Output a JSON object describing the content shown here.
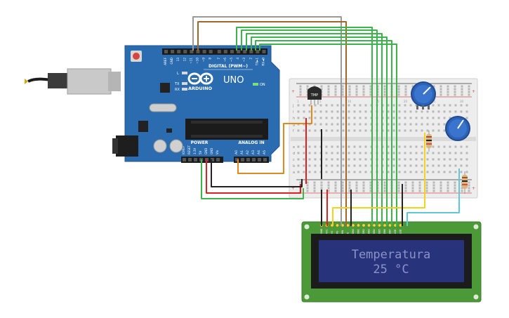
{
  "arduino": {
    "brand": "ARDUINO",
    "model": "UNO",
    "digital_label": "DIGITAL (PWM~)",
    "power_label": "POWER",
    "analog_label": "ANALOG IN",
    "led_labels": [
      "L",
      "TX",
      "RX"
    ],
    "on_label": "ON",
    "digital_pins": [
      "AREF",
      "GND",
      "13",
      "12",
      "~11",
      "~10",
      "~9",
      "8",
      "7",
      "~6",
      "~5",
      "4",
      "~3",
      "2",
      "TX►1",
      "RX◄0"
    ],
    "power_pins": [
      "IOREF",
      "RESET",
      "3.3V",
      "5V",
      "GND",
      "GND",
      "Vin"
    ],
    "analog_pins": [
      "A0",
      "A1",
      "A2",
      "A3",
      "A4",
      "A5"
    ]
  },
  "sensor": {
    "label": "TMP"
  },
  "lcd": {
    "line1": "Temperatura",
    "line2": "25 °C",
    "pin_labels": [
      "GND",
      "VCC",
      "V0",
      "RS",
      "RW",
      "E",
      "DB0",
      "DB1",
      "DB2",
      "DB3",
      "DB4",
      "DB5",
      "DB6",
      "DB7",
      "LED",
      "LED"
    ]
  },
  "breadboard": {
    "row_letters_top": [
      "j",
      "i",
      "h",
      "g",
      "f"
    ],
    "row_letters_bottom": [
      "e",
      "d",
      "c",
      "b",
      "a"
    ],
    "column_numbers": [
      "1",
      "5",
      "10",
      "15",
      "20",
      "25",
      "30"
    ],
    "rail_sign": "+"
  },
  "colors": {
    "board": "#2b6cb0",
    "wire_green": "#3cb44b",
    "wire_red": "#e02020",
    "wire_black": "#222222",
    "wire_orange": "#e08a1e",
    "wire_yellow": "#f2d21b",
    "wire_cyan": "#5ec8d8",
    "wire_gray": "#9a9a9a",
    "wire_brown": "#a0662a",
    "lcd_pcb": "#4b9a37",
    "lcd_screen": "#27337a",
    "lcd_text": "#8a93c9",
    "pot": "#2c62b8"
  }
}
